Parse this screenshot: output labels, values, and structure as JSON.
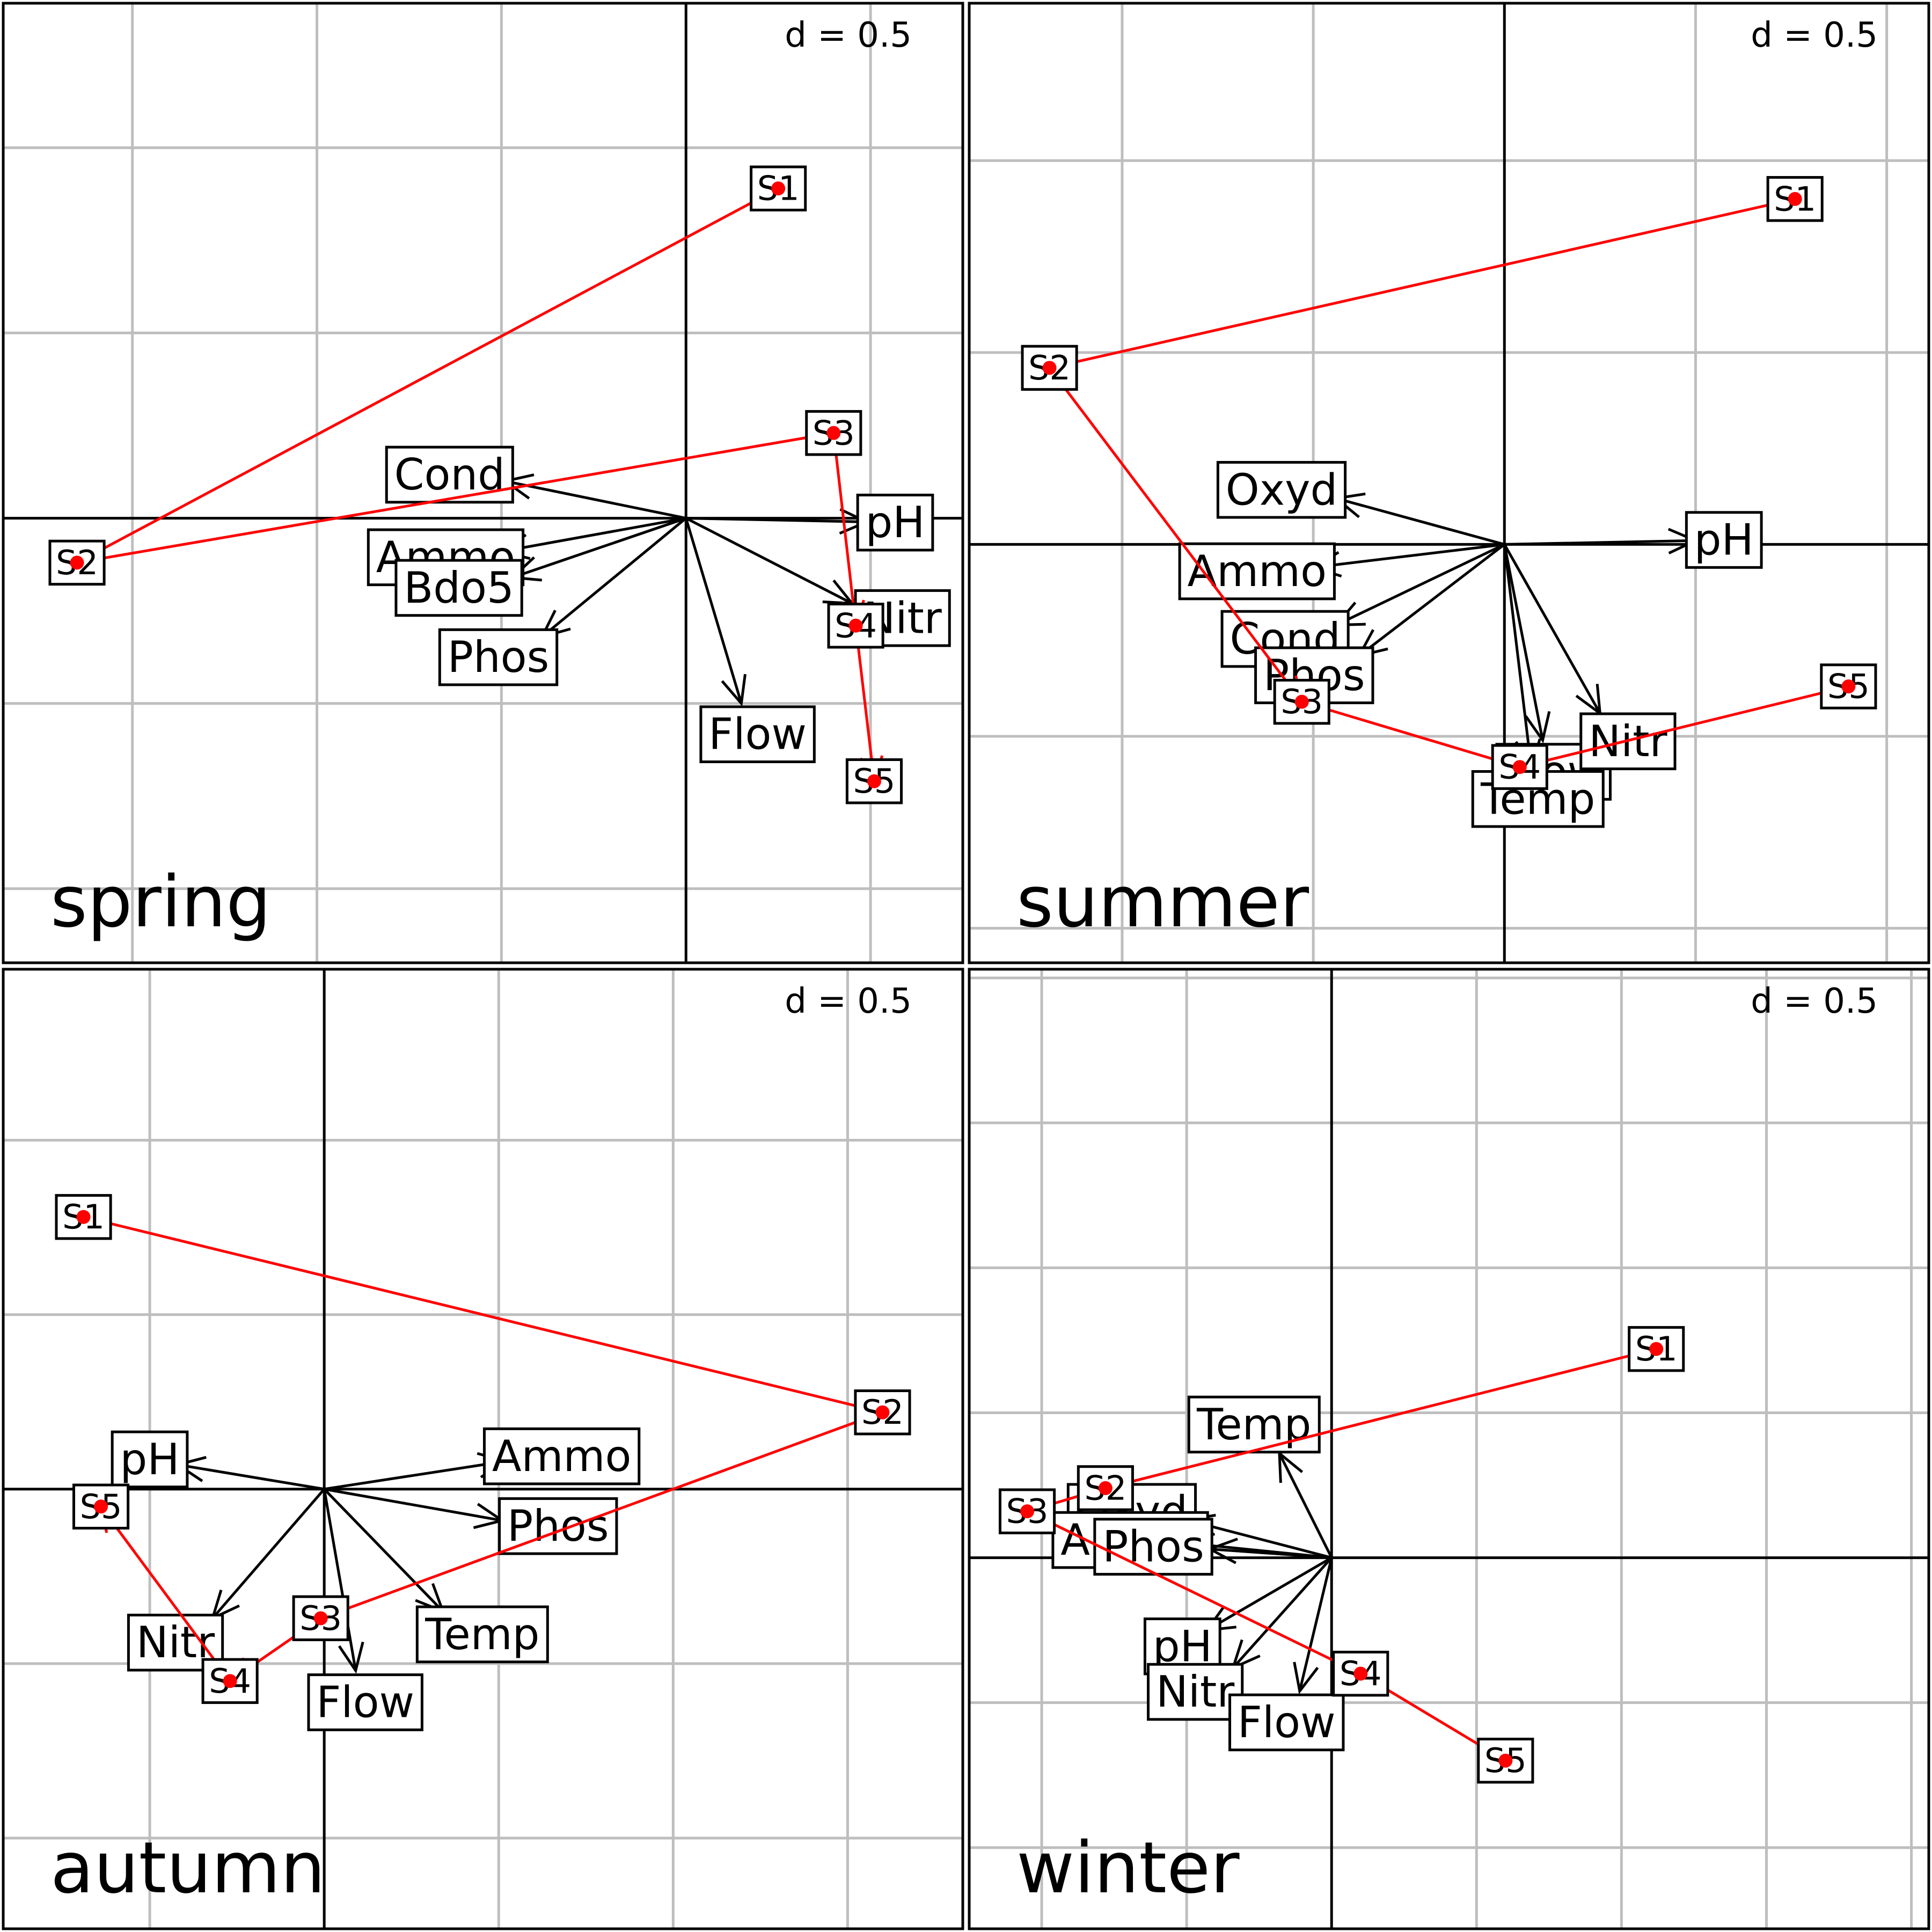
{
  "chart_data": [
    {
      "type": "scatter",
      "panel": "spring",
      "scale_label": "d = 0.5",
      "panel_label": "spring",
      "xlim": [
        -1.85,
        0.75
      ],
      "ylim": [
        -1.2,
        1.39
      ],
      "grid_step": 0.5,
      "grid": true,
      "variables": [
        {
          "name": "Cond",
          "x": -0.49,
          "y": 0.1
        },
        {
          "name": "Ammo",
          "x": -0.5,
          "y": -0.09
        },
        {
          "name": "Bdo5",
          "x": -0.47,
          "y": -0.16
        },
        {
          "name": "Phos",
          "x": -0.39,
          "y": -0.32
        },
        {
          "name": "pH",
          "x": 0.49,
          "y": -0.01
        },
        {
          "name": "Nitr",
          "x": 0.45,
          "y": -0.23
        },
        {
          "name": "Flow",
          "x": 0.15,
          "y": -0.5
        }
      ],
      "sites": [
        {
          "name": "S1",
          "x": 0.25,
          "y": 0.89
        },
        {
          "name": "S2",
          "x": -1.65,
          "y": -0.12
        },
        {
          "name": "S3",
          "x": 0.4,
          "y": 0.23
        },
        {
          "name": "S4",
          "x": 0.46,
          "y": -0.29
        },
        {
          "name": "S5",
          "x": 0.51,
          "y": -0.71
        }
      ],
      "trajectory": [
        "S1",
        "S2",
        "S3",
        "S4",
        "S5"
      ]
    },
    {
      "type": "scatter",
      "panel": "summer",
      "scale_label": "d = 0.5",
      "panel_label": "summer",
      "xlim": [
        -1.4,
        1.11
      ],
      "ylim": [
        -1.09,
        1.41
      ],
      "grid_step": 0.5,
      "grid": true,
      "variables": [
        {
          "name": "Oxyd",
          "x": -0.44,
          "y": 0.12
        },
        {
          "name": "Ammo",
          "x": -0.5,
          "y": -0.06
        },
        {
          "name": "Cond",
          "x": -0.44,
          "y": -0.21
        },
        {
          "name": "Phos",
          "x": -0.38,
          "y": -0.29
        },
        {
          "name": "pH",
          "x": 0.5,
          "y": 0.01
        },
        {
          "name": "Flow",
          "x": 0.1,
          "y": -0.51
        },
        {
          "name": "Nitr",
          "x": 0.25,
          "y": -0.44
        },
        {
          "name": "Temp",
          "x": 0.07,
          "y": -0.58
        }
      ],
      "sites": [
        {
          "name": "S1",
          "x": 0.76,
          "y": 0.9
        },
        {
          "name": "S2",
          "x": -1.19,
          "y": 0.46
        },
        {
          "name": "S3",
          "x": -0.53,
          "y": -0.41
        },
        {
          "name": "S4",
          "x": 0.04,
          "y": -0.58
        },
        {
          "name": "S5",
          "x": 0.9,
          "y": -0.37
        }
      ],
      "trajectory": [
        "S1",
        "S2",
        "S3",
        "S4",
        "S5"
      ]
    },
    {
      "type": "scatter",
      "panel": "autumn",
      "scale_label": "d = 0.5",
      "panel_label": "autumn",
      "xlim": [
        -0.92,
        1.83
      ],
      "ylim": [
        -1.26,
        1.49
      ],
      "grid_step": 0.5,
      "grid": true,
      "variables": [
        {
          "name": "pH",
          "x": -0.42,
          "y": 0.07
        },
        {
          "name": "Ammo",
          "x": 0.52,
          "y": 0.08
        },
        {
          "name": "Phos",
          "x": 0.51,
          "y": -0.09
        },
        {
          "name": "Temp",
          "x": 0.34,
          "y": -0.35
        },
        {
          "name": "Flow",
          "x": 0.09,
          "y": -0.52
        },
        {
          "name": "Nitr",
          "x": -0.32,
          "y": -0.37
        }
      ],
      "sites": [
        {
          "name": "S1",
          "x": -0.69,
          "y": 0.78
        },
        {
          "name": "S2",
          "x": 1.6,
          "y": 0.22
        },
        {
          "name": "S3",
          "x": -0.01,
          "y": -0.37
        },
        {
          "name": "S4",
          "x": -0.27,
          "y": -0.55
        },
        {
          "name": "S5",
          "x": -0.64,
          "y": -0.05
        }
      ],
      "trajectory": [
        "S1",
        "S2",
        "S3",
        "S4",
        "S5"
      ]
    },
    {
      "type": "scatter",
      "panel": "winter",
      "scale_label": "d = 0.5",
      "panel_label": "winter",
      "xlim": [
        -1.25,
        2.06
      ],
      "ylim": [
        -1.28,
        2.03
      ],
      "grid_step": 0.5,
      "grid": true,
      "variables": [
        {
          "name": "Temp",
          "x": -0.18,
          "y": 0.36
        },
        {
          "name": "Oxyd",
          "x": -0.5,
          "y": 0.13
        },
        {
          "name": "Ammo",
          "x": -0.5,
          "y": 0.05
        },
        {
          "name": "Phos",
          "x": -0.42,
          "y": 0.03
        },
        {
          "name": "pH",
          "x": -0.43,
          "y": -0.25
        },
        {
          "name": "Nitr",
          "x": -0.34,
          "y": -0.38
        },
        {
          "name": "Flow",
          "x": -0.11,
          "y": -0.46
        }
      ],
      "sites": [
        {
          "name": "S1",
          "x": 1.12,
          "y": 0.72
        },
        {
          "name": "S2",
          "x": -0.78,
          "y": 0.24
        },
        {
          "name": "S3",
          "x": -1.05,
          "y": 0.16
        },
        {
          "name": "S4",
          "x": 0.1,
          "y": -0.4
        },
        {
          "name": "S5",
          "x": 0.6,
          "y": -0.7
        }
      ],
      "trajectory": [
        "S1",
        "S2",
        "S3",
        "S4",
        "S5"
      ]
    }
  ]
}
